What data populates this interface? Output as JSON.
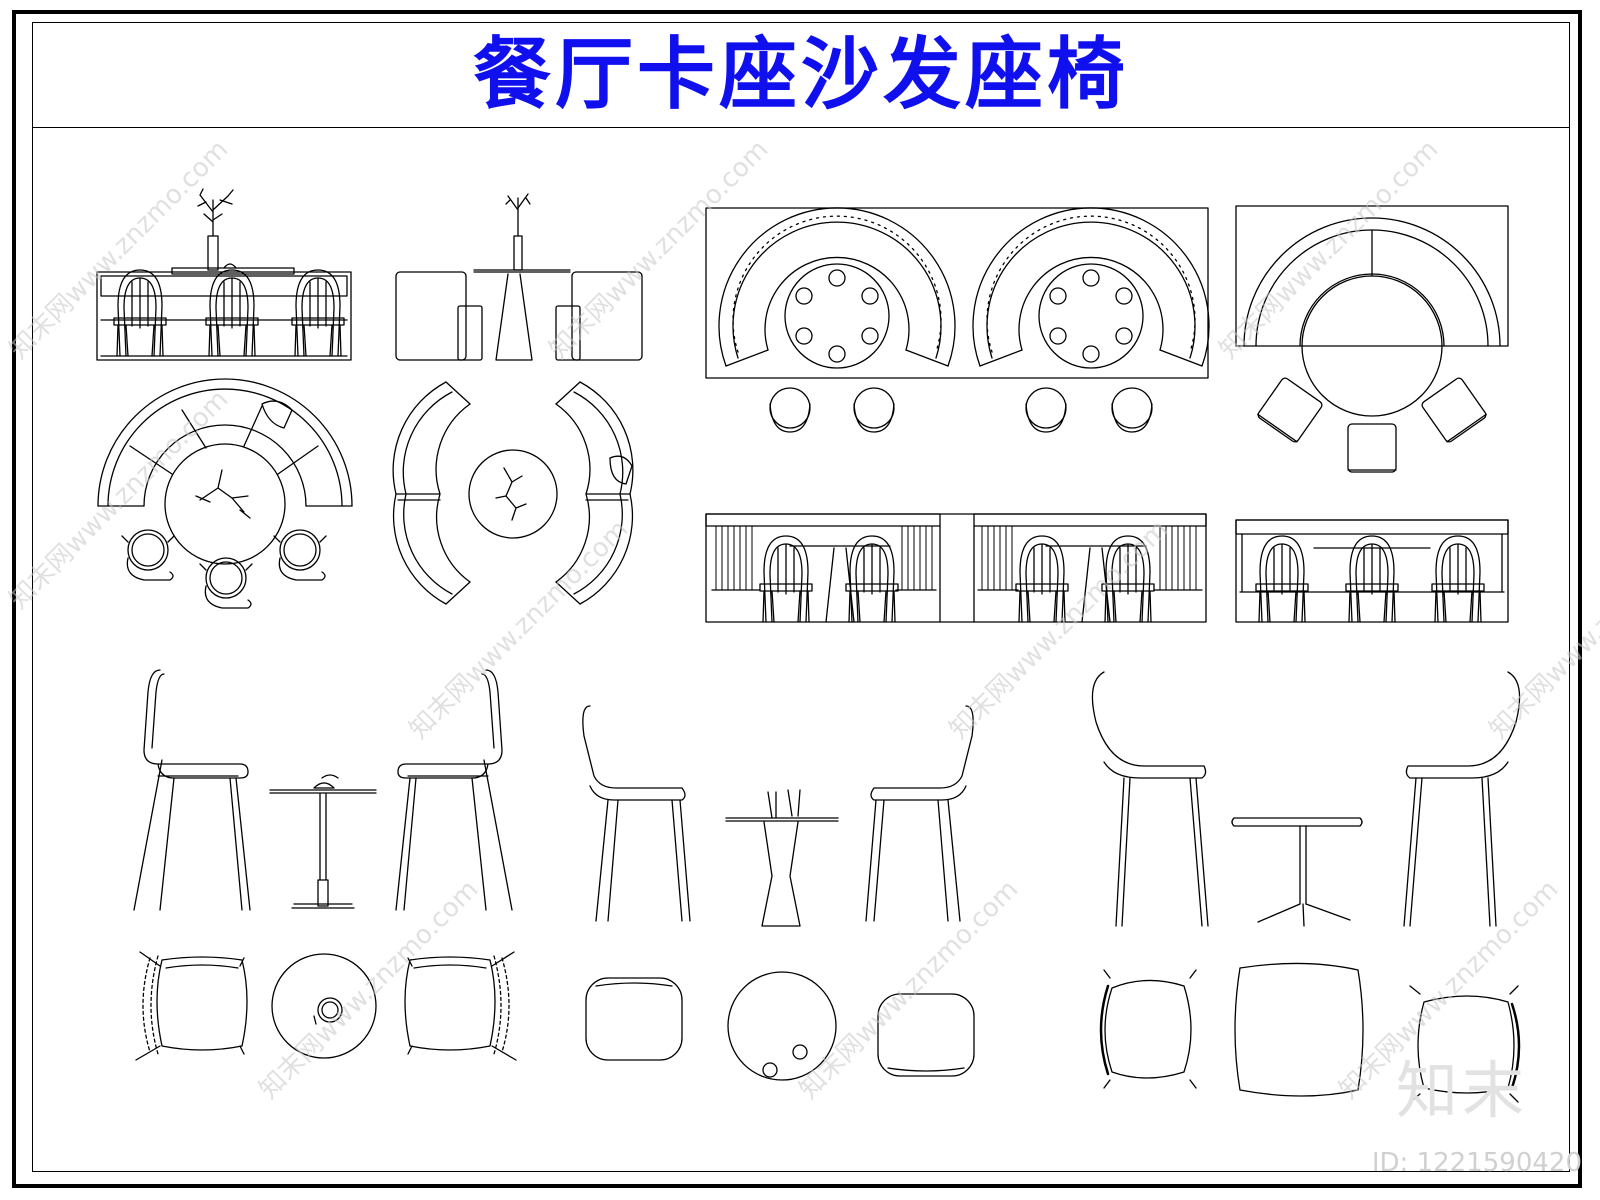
{
  "title": "餐厅卡座沙发座椅",
  "accent_color": "#1010ee",
  "line_color": "#000000",
  "watermark": {
    "text": "知末网www.znzmo.com",
    "brand": "知末",
    "id_label": "ID: 1221590420"
  },
  "drawing_groups": [
    "booth-elevation-straight",
    "booth-elevation-side",
    "semicircle-sofa-plan",
    "split-round-sofa-plan",
    "double-round-booth-plan",
    "single-round-booth-plan",
    "booth-elevation-double",
    "booth-elevation-small",
    "chair-table-set-1",
    "chair-table-set-2",
    "chair-table-set-3"
  ]
}
